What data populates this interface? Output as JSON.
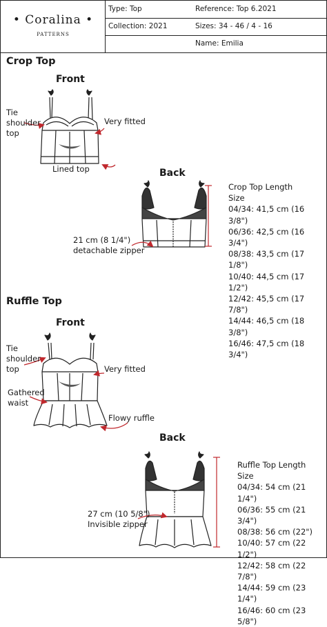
{
  "header": {
    "brand": "• Coralina •",
    "brand_sub": "PATTERNS",
    "type": "Type: Top",
    "reference": "Reference: Top 6.2021",
    "collection": "Collection: 2021",
    "sizes": "Sizes: 34 - 46 / 4 - 16",
    "name": "Name: Emilia"
  },
  "crop_top": {
    "title": "Crop Top",
    "front_title": "Front",
    "back_title": "Back",
    "labels": {
      "tie": [
        "Tie",
        "shoulder",
        "top"
      ],
      "fitted": "Very fitted",
      "lined": "Lined top",
      "zipper": [
        "21 cm (8 1/4\")",
        "detachable zipper"
      ]
    },
    "length_title": [
      "Crop Top Length",
      "Size"
    ],
    "lengths": [
      "04/34: 41,5 cm (16 3/8\")",
      "06/36: 42,5 cm (16 3/4\")",
      "08/38: 43,5 cm (17 1/8\")",
      "10/40: 44,5 cm (17 1/2\")",
      "12/42: 45,5 cm (17 7/8\")",
      "14/44: 46,5 cm (18 3/8\")",
      "16/46: 47,5 cm (18 3/4\")"
    ]
  },
  "ruffle_top": {
    "title": "Ruffle Top",
    "front_title": "Front",
    "back_title": "Back",
    "labels": {
      "tie": [
        "Tie",
        "shoulder",
        "top"
      ],
      "fitted": "Very fitted",
      "gathered": [
        "Gathered",
        "waist"
      ],
      "ruffle": "Flowy ruffle",
      "zipper": [
        "27 cm (10 5/8\")",
        "Invisible zipper"
      ]
    },
    "length_title": [
      "Ruffle Top Length",
      "Size"
    ],
    "lengths": [
      "04/34: 54 cm (21 1/4\")",
      "06/36: 55 cm (21 3/4\")",
      "08/38: 56 cm (22\")",
      "10/40: 57 cm (22 1/2\")",
      "12/42: 58 cm (22 7/8\")",
      "14/44: 59 cm (23 1/4\")",
      "16/46: 60 cm (23 5/8\")"
    ]
  },
  "colors": {
    "accent_red": "#c0282d",
    "line": "#222222"
  }
}
